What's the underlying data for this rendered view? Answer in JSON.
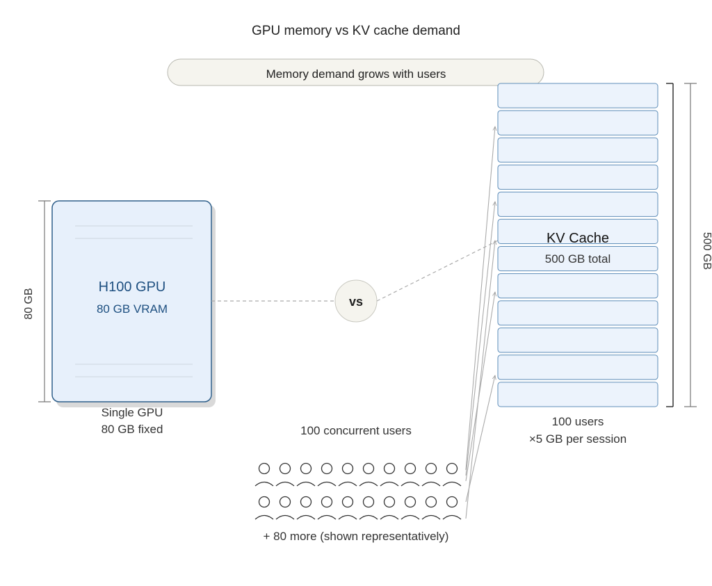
{
  "title": "GPU memory vs KV cache demand",
  "banner": "Memory demand grows with users",
  "gpu": {
    "name": "H100 GPU",
    "vram": "80 GB VRAM",
    "caption_line1": "Single GPU",
    "caption_line2": "80 GB fixed",
    "dimension_label": "80 GB"
  },
  "comparator": "vs",
  "kv_cache": {
    "name": "KV Cache",
    "total": "500 GB total",
    "block_count": 12,
    "caption_line1": "100 users",
    "caption_line2": "×5 GB per session",
    "dimension_label": "500 GB"
  },
  "users": {
    "label": "100 concurrent users",
    "rows": 2,
    "per_row": 10,
    "more_note": "+ 80 more (shown representatively)"
  },
  "colors": {
    "gpu_fill": "#e7f0fb",
    "gpu_border": "#2f5f8a",
    "gpu_text": "#1d4f80",
    "kv_fill": "#ecf3fc",
    "kv_border": "#5e8db8",
    "banner_fill": "#f5f4ee",
    "arrow": "#aaaaaa",
    "text": "#222222"
  }
}
